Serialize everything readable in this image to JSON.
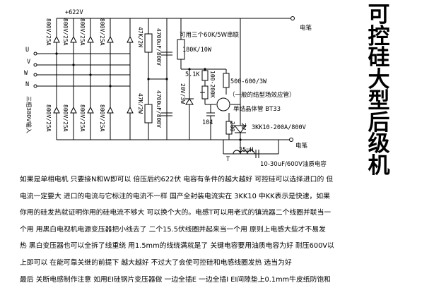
{
  "title_chars": [
    "可",
    "控",
    "硅",
    "大",
    "型",
    "后",
    "级",
    "机"
  ],
  "labels": {
    "supply_v": "+622V",
    "phase_u": "U",
    "phase_v": "V",
    "phase_w": "W",
    "phase_n": "N",
    "three_phase_input": "三相380V输入",
    "diode_rating": "800V/25A",
    "resistor_47k": "47K/2W",
    "cap_4700": "4700uF/800V",
    "series_note": "可用三个60K/5W串联",
    "r_180k": "180K/10W",
    "electrode_top": "电笔",
    "electrode_bottom": "电笔",
    "r_5k1": "5.1K",
    "pot_100_200k": "100-200K",
    "r_500_600": "500-600/3W",
    "fet_note": "（一般的结型场效应管）",
    "zener": "20V/3W",
    "ujt": "单结晶体管 BT33",
    "cap_104": "104",
    "r_200": "200",
    "r_2w": "2W",
    "scr": "3KK10-200A/800V",
    "inductor": "25uH",
    "t_label": "T",
    "oil_cap": "10-30uF/600V油质电容"
  },
  "description": [
    "如果是单相电机 只要接N和W即可以 倍压后约622伏 电容有条件的越大越好 可控硅可以选择进口的 但",
    "电流一定要大 进口的电流与它标注的电流不一样 国产全封装电流实在 3KK10 中KK表示是快速，如果",
    "你用的硅发热就证明你用的硅电流不够大 可以换个大的。电感T可以用老式的镇流器二个线圈并联当一",
    "个用  用黑白电视机电源变压器把小线去了 二个15.5伏线圈并起来当一个用 原则上电感大些才不易发",
    "热 黑白变压器也可以全拆了线重绕 用1.5mm的线绕满就是了  关键电容要用油质电容为好 耐压600V以",
    "上即可以 在能可靠关继的前提下 越大越好 不过大了会使可控硅和电感线圈发热 选当为好",
    " 最后 关断电感制作注意 如用EI硅钢片变压器做 一边全插E 一边全插I EI间隙垫上0.1mm牛皮纸防饱和"
  ]
}
